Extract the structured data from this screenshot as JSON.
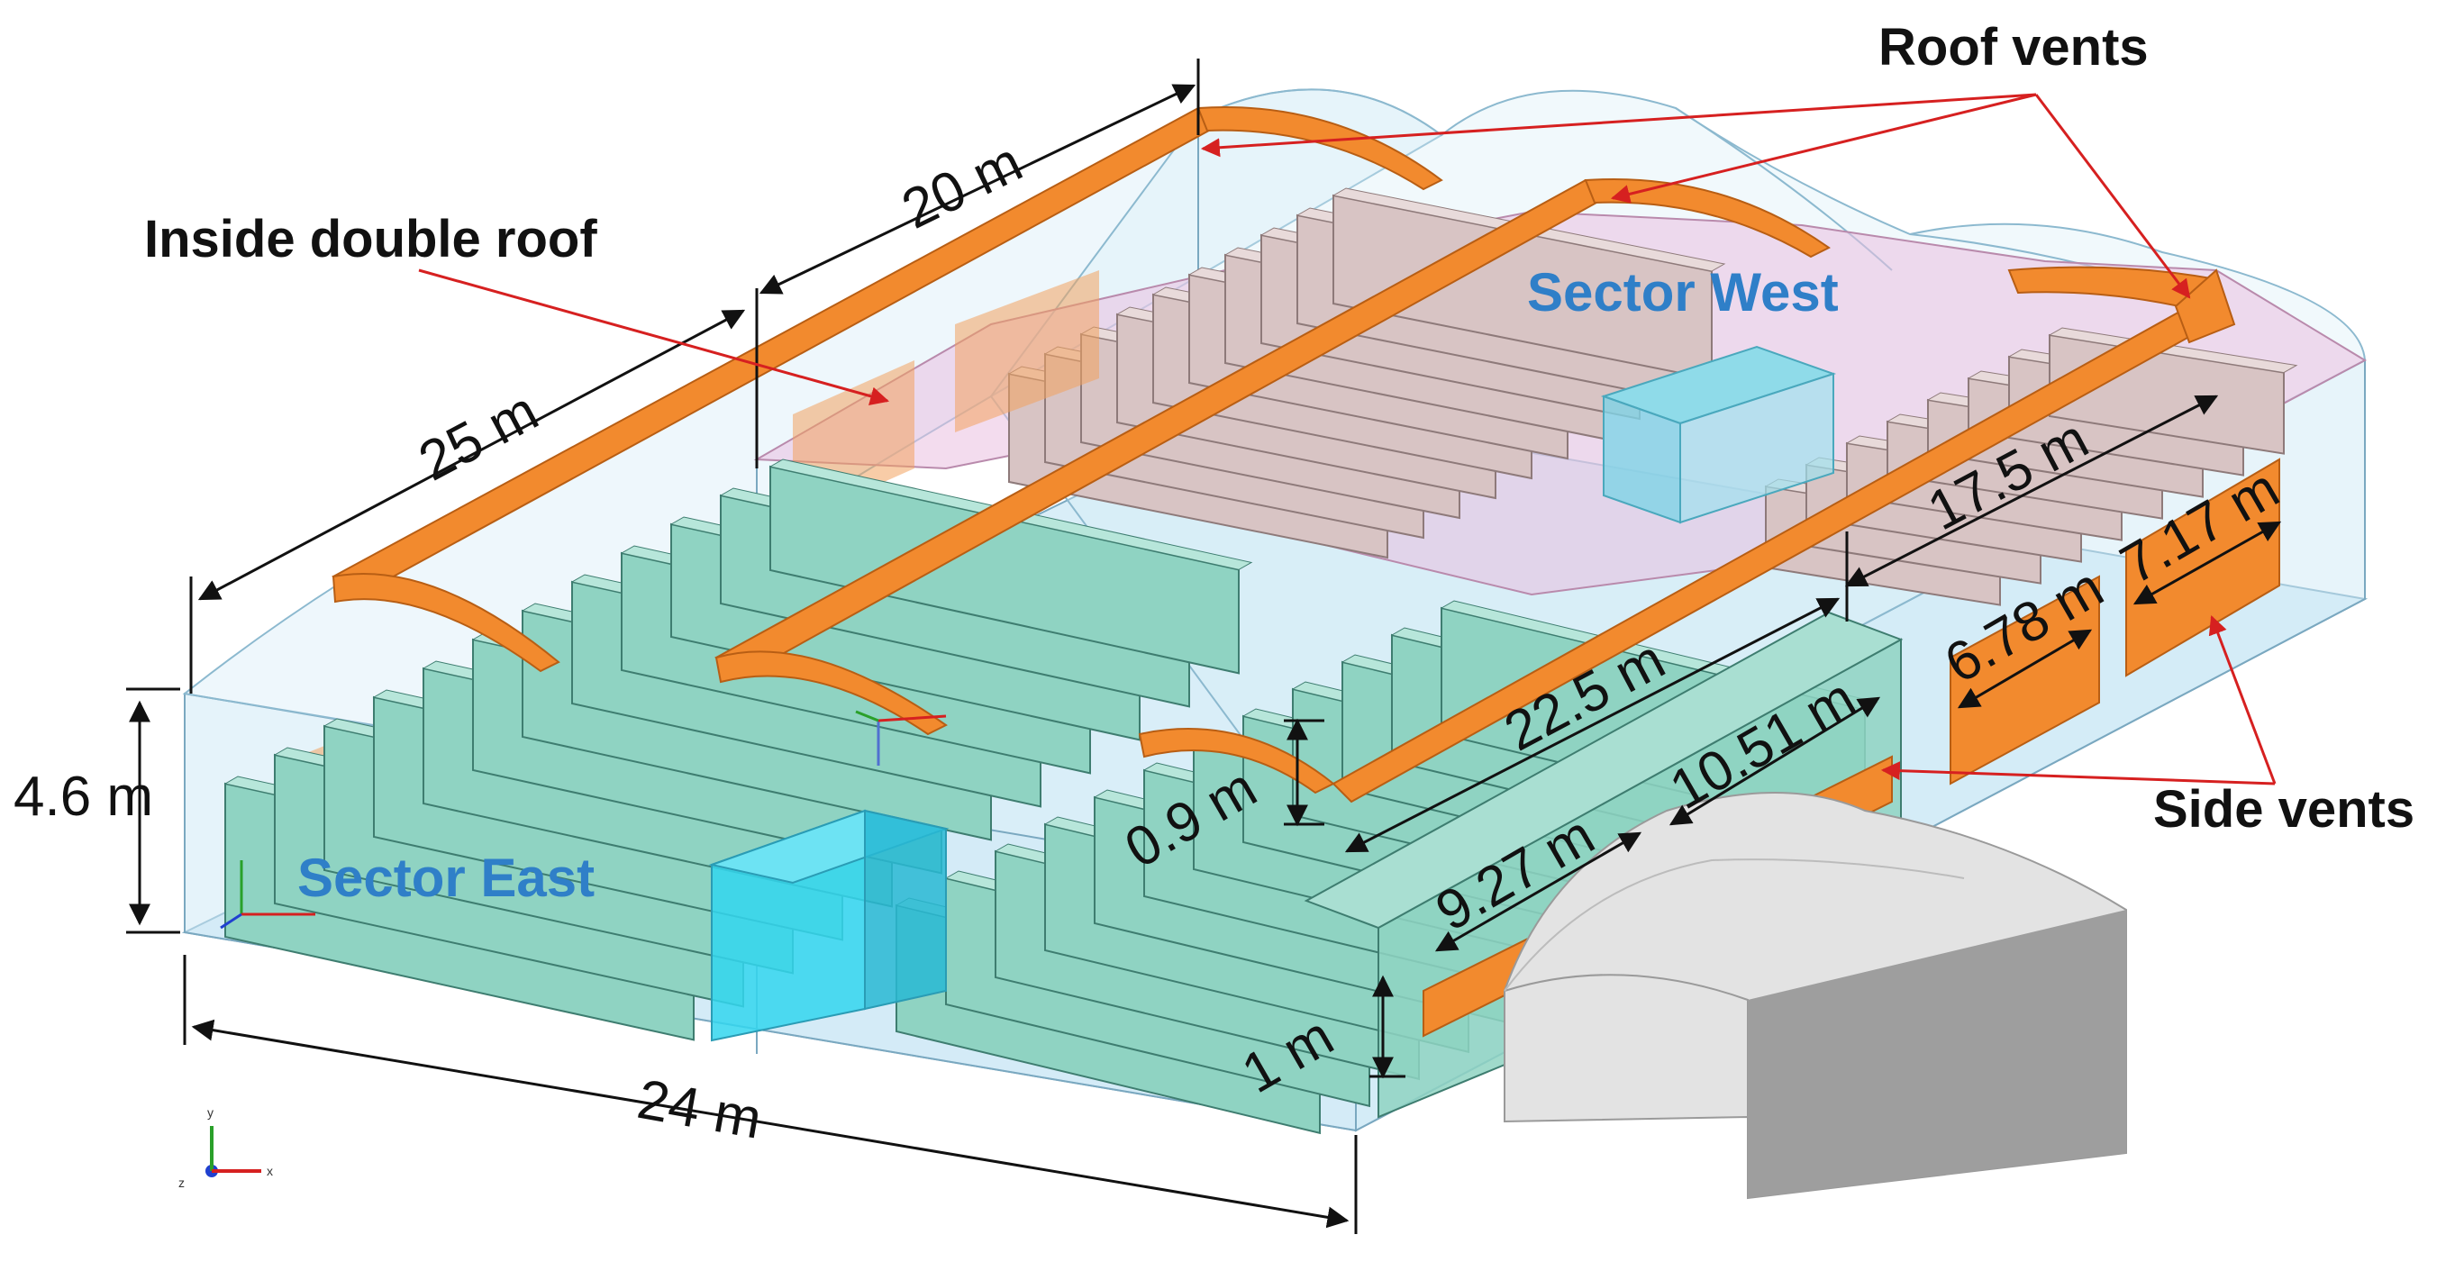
{
  "callouts": {
    "roof_vents": "Roof vents",
    "inside_double_roof": "Inside double roof",
    "side_vents": "Side vents"
  },
  "sectors": {
    "east": "Sector East",
    "west": "Sector West"
  },
  "dimensions": {
    "length_20": "20 m",
    "length_25": "25 m",
    "height_4_6": "4.6 m",
    "width_24": "24 m",
    "len_17_5": "17.5 m",
    "len_22_5": "22.5 m",
    "vent_6_78": "6.78 m",
    "vent_7_17": "7.17 m",
    "len_10_51": "10.51 m",
    "len_9_27": "9.27 m",
    "gap_0_9": "0.9 m",
    "wall_1": "1 m"
  },
  "axes": {
    "x": "x",
    "y": "y",
    "z": "z"
  },
  "colors": {
    "vent_orange": "#f28a2e",
    "bench_teal": "#8fd3c2",
    "box_cyan": "#33d6ee",
    "west_pink": "#e9bfe0",
    "shell_blue": "#cfe9f5",
    "arrow_red": "#d62020",
    "sector_blue": "#2f7fc8"
  }
}
